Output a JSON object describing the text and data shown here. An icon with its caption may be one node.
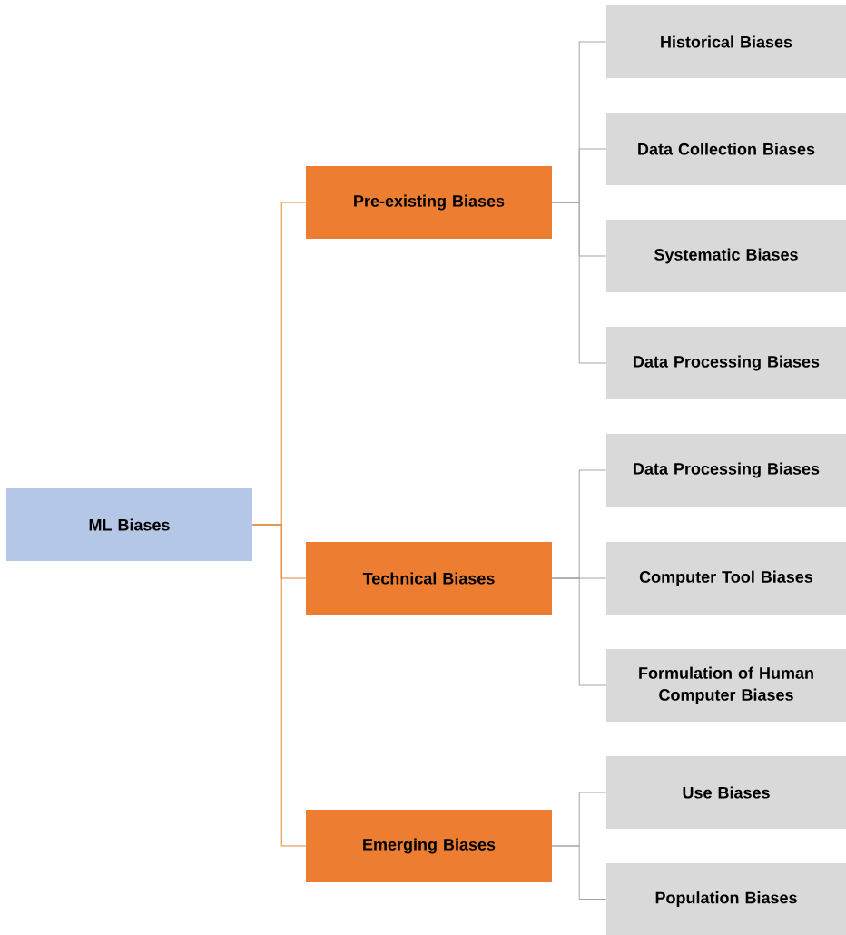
{
  "diagram": {
    "nodes": [
      {
        "text": [
          "ML Biases"
        ]
      },
      {
        "text": [
          "Pre-existing Biases"
        ]
      },
      {
        "text": [
          "Technical Biases"
        ]
      },
      {
        "text": [
          "Emerging Biases"
        ]
      },
      {
        "text": [
          "Historical Biases"
        ]
      },
      {
        "text": [
          "Data Collection Biases"
        ]
      },
      {
        "text": [
          "Systematic Biases"
        ]
      },
      {
        "text": [
          "Data Processing Biases"
        ]
      },
      {
        "text": [
          "Data Processing Biases"
        ]
      },
      {
        "text": [
          "Computer Tool Biases"
        ]
      },
      {
        "text": [
          "Formulation of Human Computer Biases"
        ]
      },
      {
        "text": [
          "Use Biases"
        ]
      },
      {
        "text": [
          "Population Biases"
        ]
      }
    ],
    "edges": [
      {
        "from": 0,
        "to": 1,
        "arrow": "none",
        "color": "#e08a3c"
      },
      {
        "from": 0,
        "to": 2,
        "arrow": "none",
        "color": "#e08a3c"
      },
      {
        "from": 0,
        "to": 3,
        "arrow": "none",
        "color": "#e08a3c"
      },
      {
        "from": 1,
        "to": 4,
        "arrow": "none"
      },
      {
        "from": 1,
        "to": 5,
        "arrow": "none"
      },
      {
        "from": 1,
        "to": 6,
        "arrow": "none"
      },
      {
        "from": 1,
        "to": 7,
        "arrow": "none"
      },
      {
        "from": 2,
        "to": 8,
        "arrow": "none"
      },
      {
        "from": 2,
        "to": 9,
        "arrow": "none"
      },
      {
        "from": 2,
        "to": 10,
        "arrow": "none"
      },
      {
        "from": 3,
        "to": 11,
        "arrow": "none"
      },
      {
        "from": 3,
        "to": 12,
        "arrow": "none"
      }
    ]
  }
}
